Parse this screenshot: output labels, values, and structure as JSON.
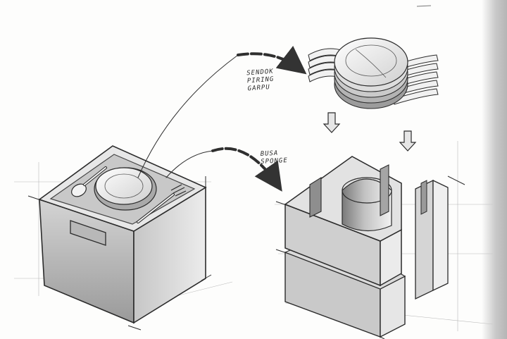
{
  "sketch": {
    "annotations": {
      "utensils": {
        "line1": "SENDOK",
        "line2": "PIRING",
        "line3": "GARPU"
      },
      "foam": {
        "line1": "BUSA",
        "line2": "SPONGE"
      }
    },
    "colors": {
      "ink": "#2b2b2b",
      "shade_dark": "#8e8e8e",
      "shade_mid": "#b9b9b9",
      "shade_light": "#dedede",
      "paper": "#fdfdfc"
    }
  }
}
